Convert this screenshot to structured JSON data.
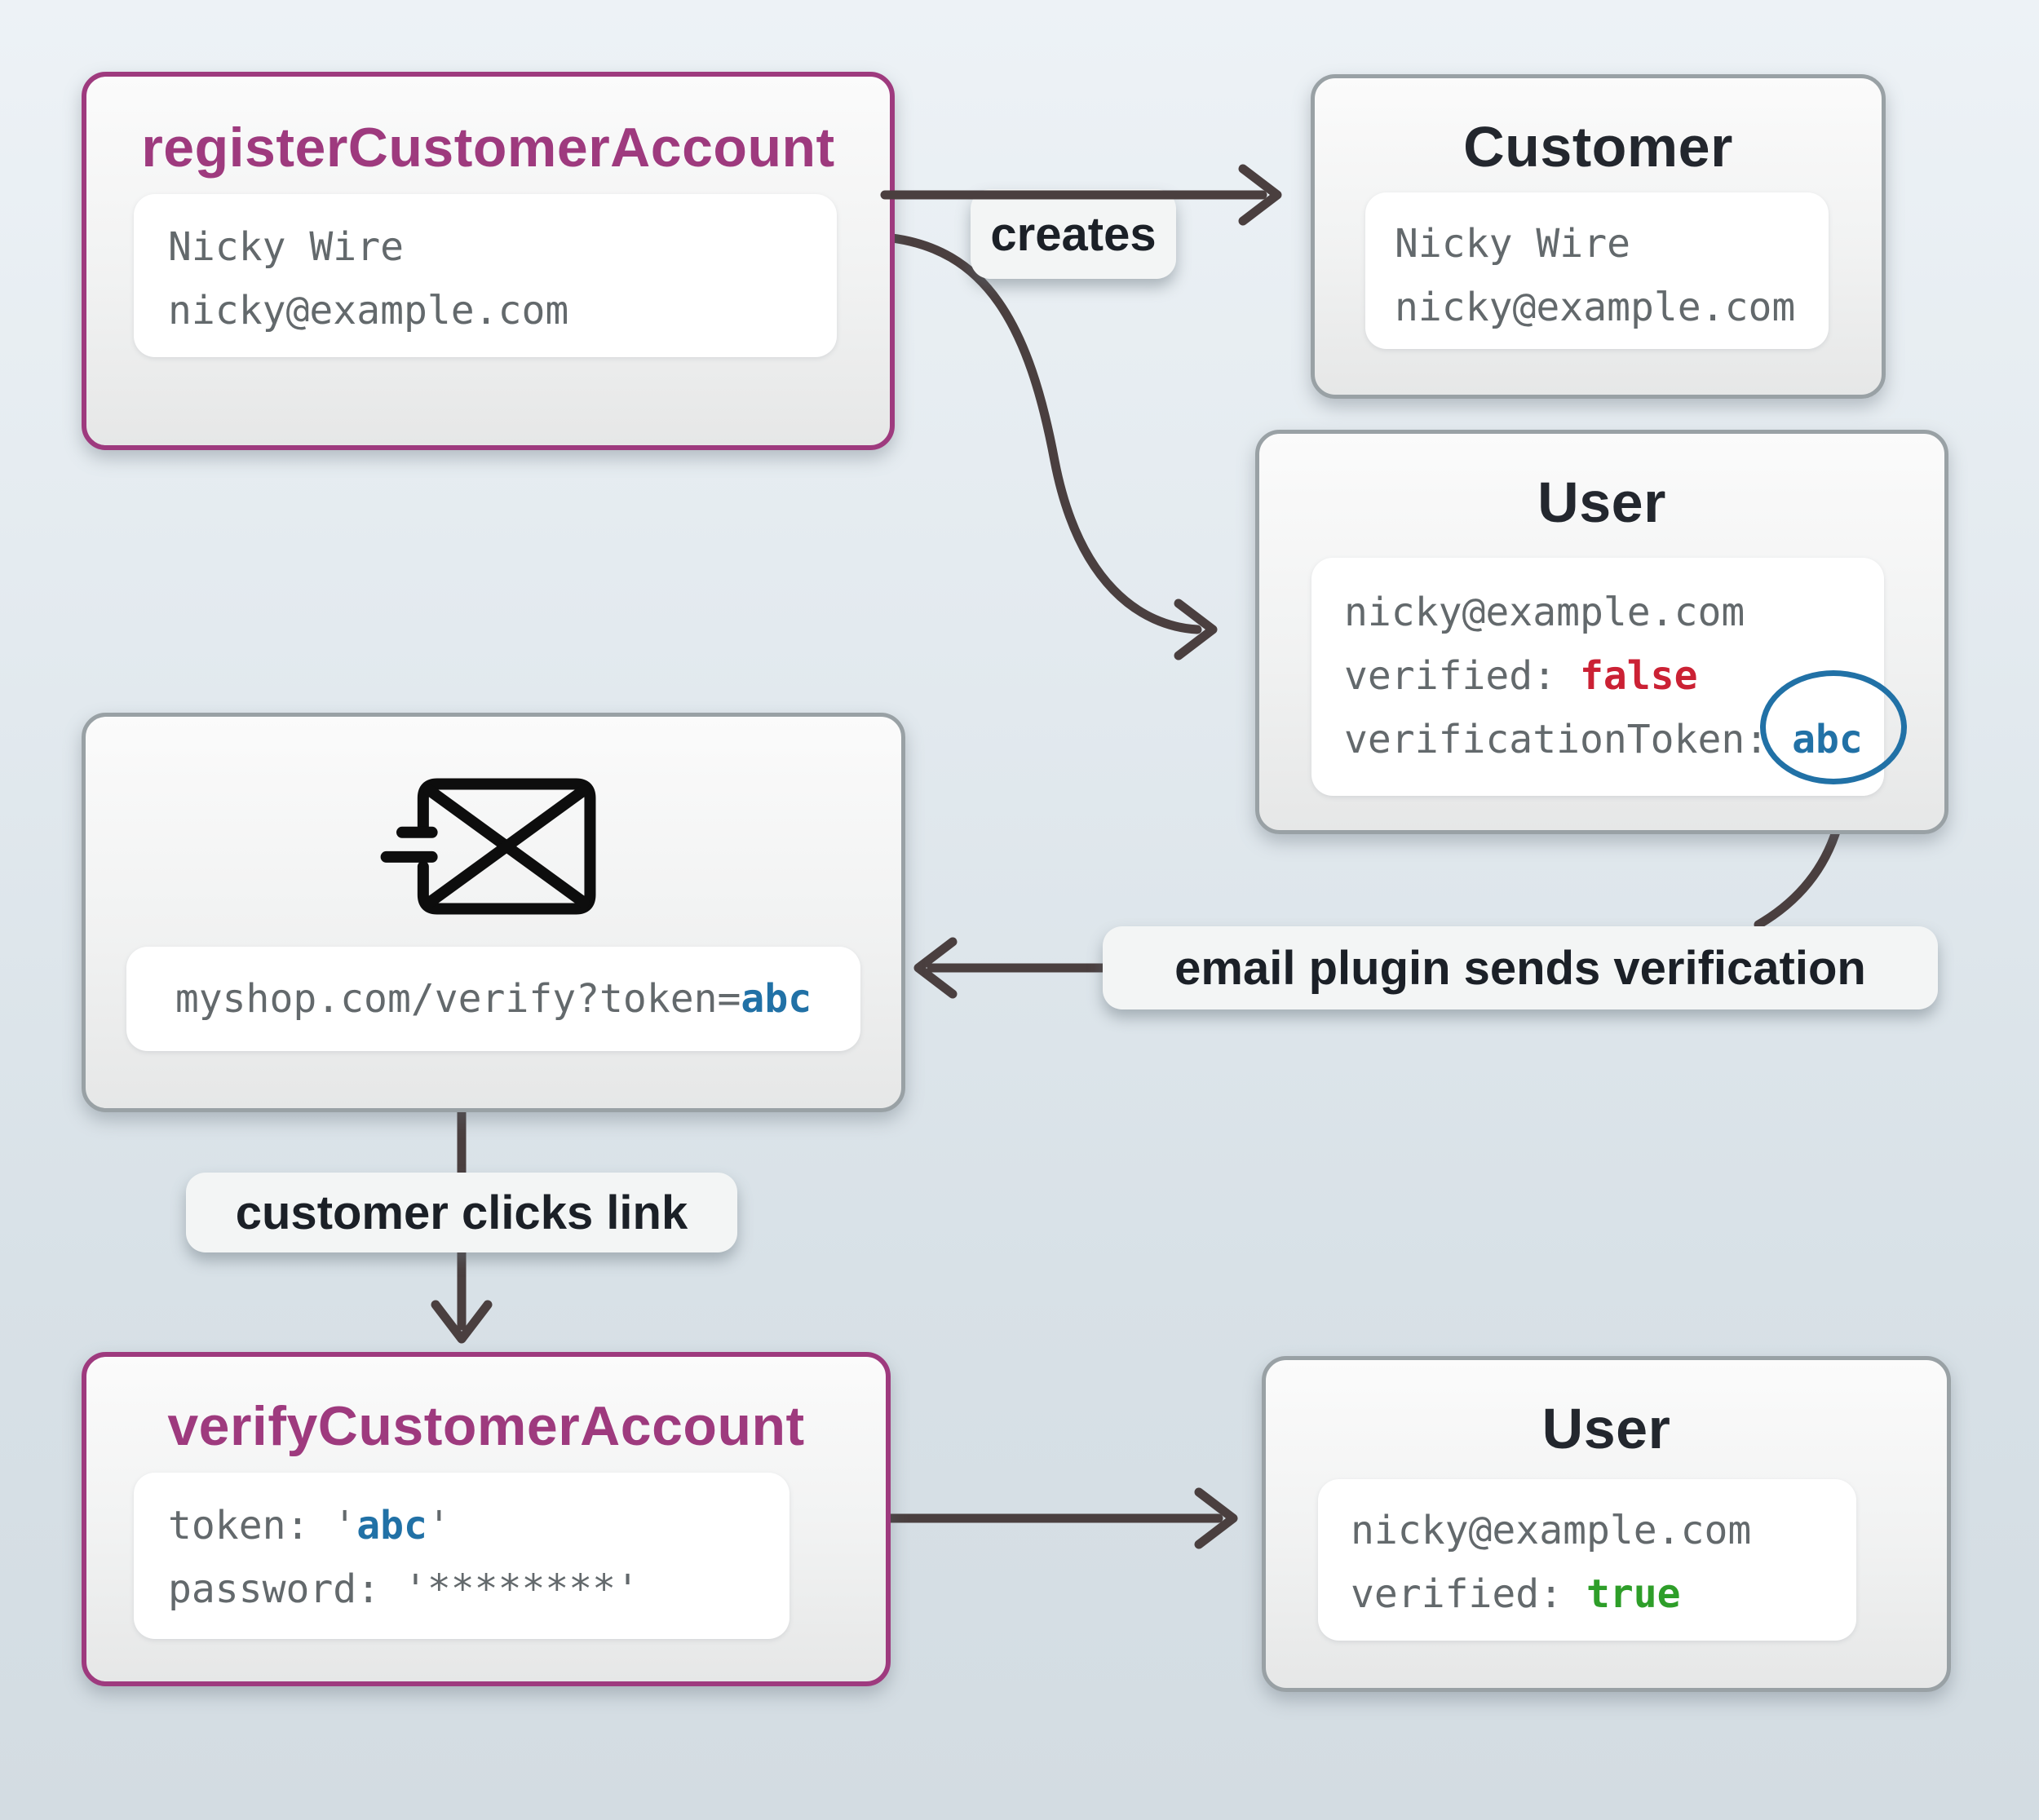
{
  "palette": {
    "accent_purple": "#9e3a7e",
    "box_border_gray": "#99a1a5",
    "arrow_color": "#4a3f3f",
    "token_blue": "#2171a6",
    "false_red": "#cb2134",
    "true_green": "#2e9e29",
    "code_gray": "#63696c",
    "title_dark": "#23272e"
  },
  "nodes": {
    "register": {
      "title": "registerCustomerAccount",
      "lines": [
        "Nicky Wire",
        "nicky@example.com"
      ]
    },
    "customer": {
      "title": "Customer",
      "lines": [
        "Nicky Wire",
        "nicky@example.com"
      ]
    },
    "user_unverified": {
      "title": "User",
      "email": "nicky@example.com",
      "verified_key": "verified: ",
      "verified_value": "false",
      "token_key": "verificationToken: ",
      "token_value": "abc"
    },
    "email": {
      "icon": "mail-fast-icon",
      "url_prefix": "myshop.com/verify?token=",
      "url_token": "abc"
    },
    "verify": {
      "title": "verifyCustomerAccount",
      "token_prefix": "token: '",
      "token_value": "abc",
      "token_suffix": "'",
      "password_line": "password: '********'"
    },
    "user_verified": {
      "title": "User",
      "email": "nicky@example.com",
      "verified_key": "verified: ",
      "verified_value": "true"
    }
  },
  "edges": {
    "creates": "creates",
    "email_plugin": "email plugin sends verification",
    "customer_clicks": "customer clicks link"
  }
}
